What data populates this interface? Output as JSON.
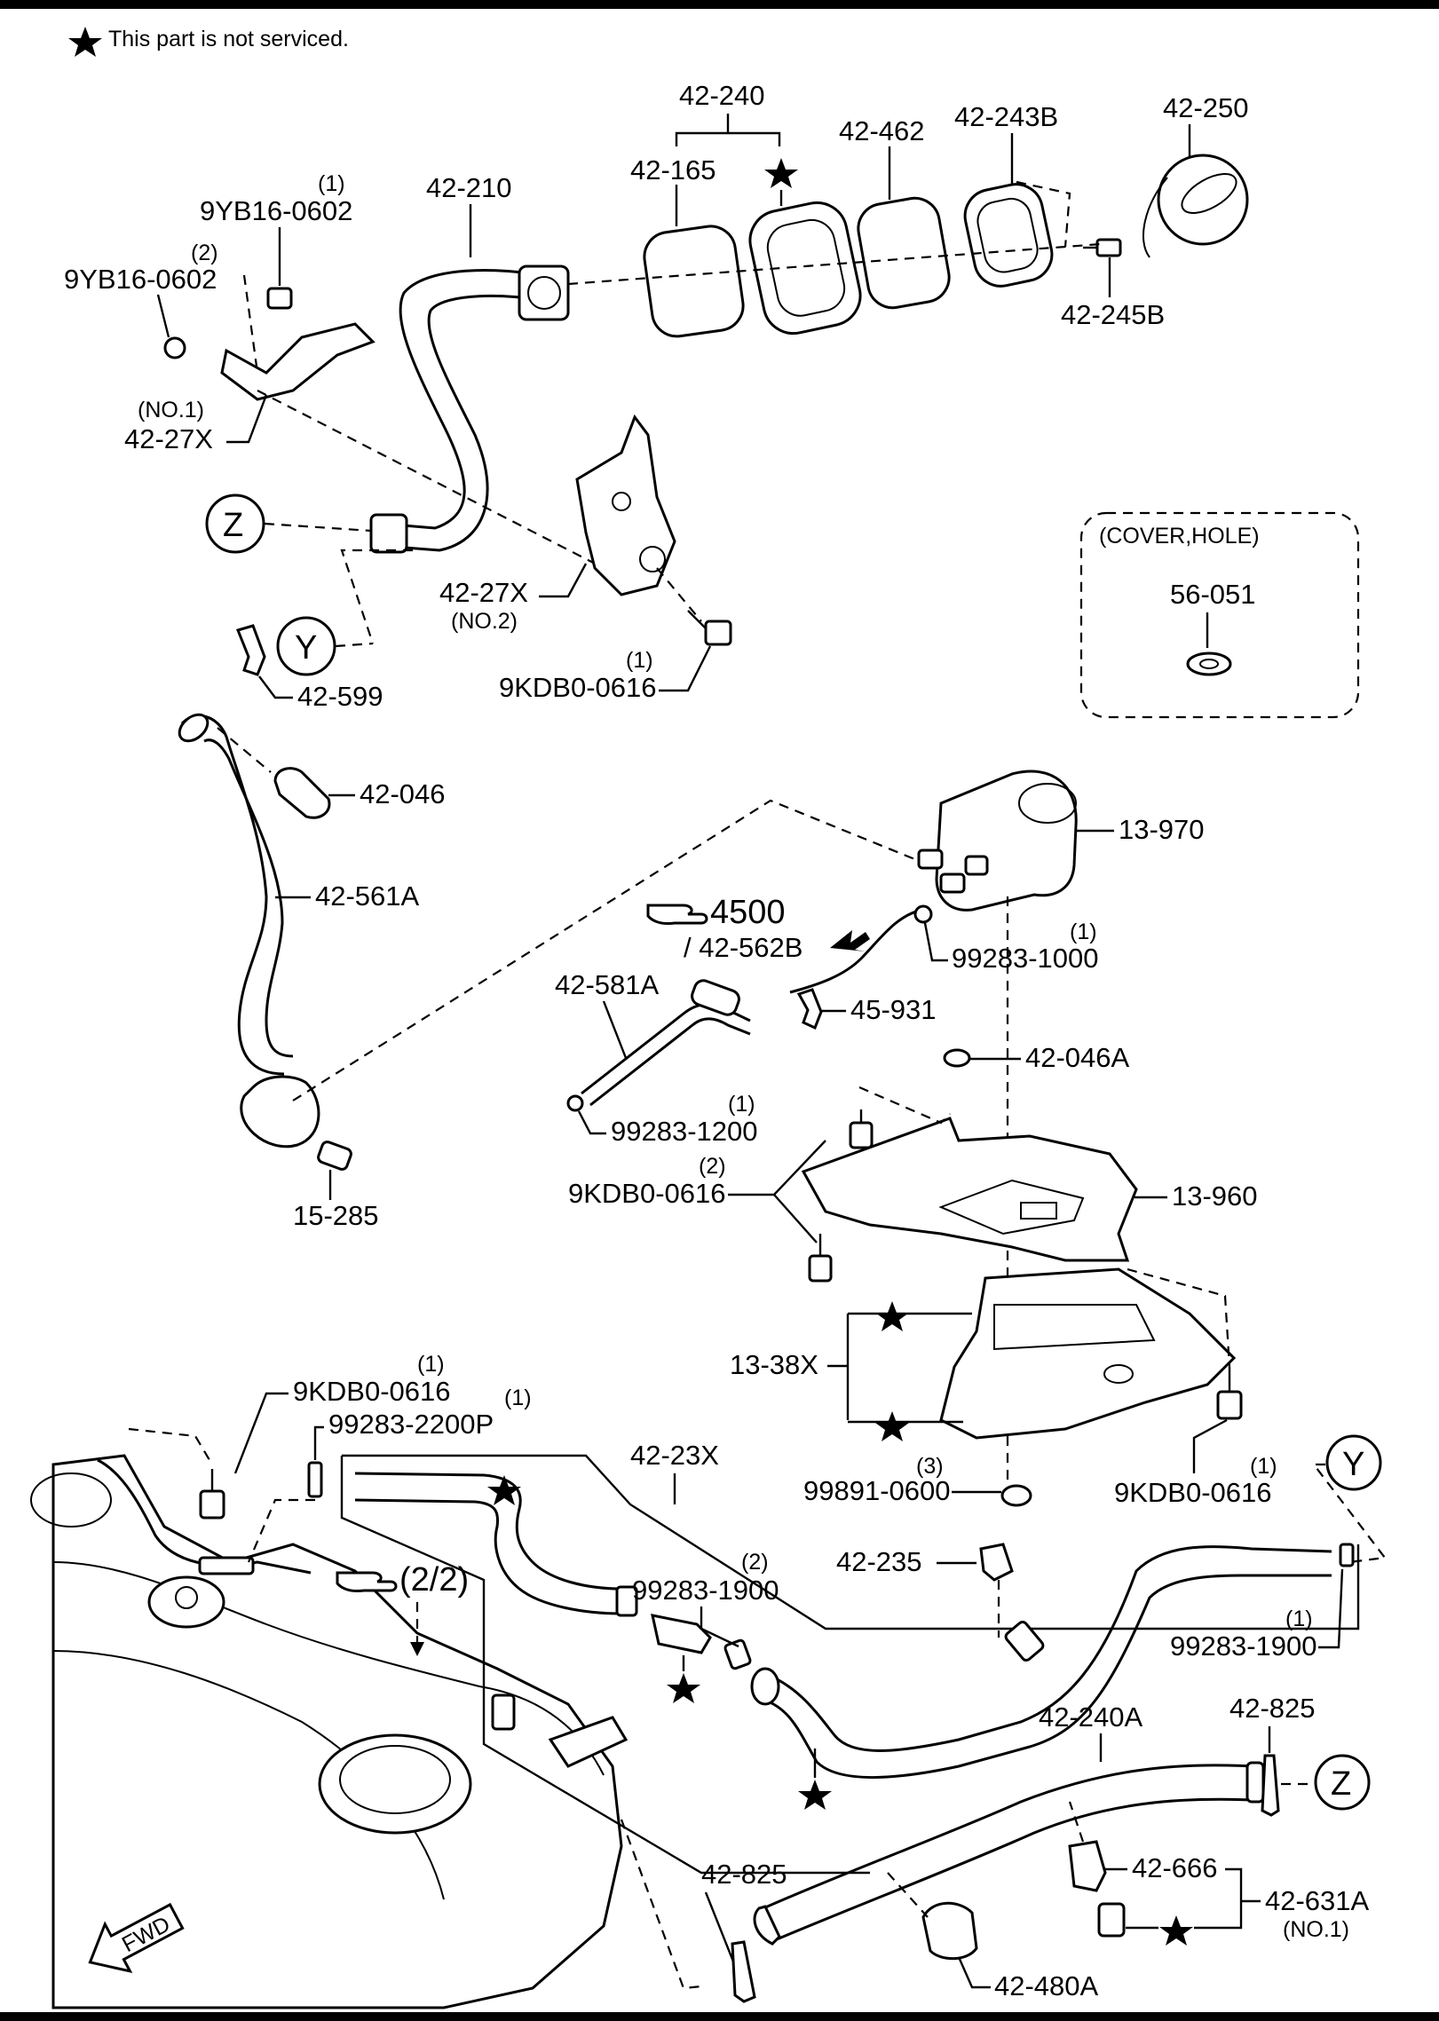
{
  "note": {
    "text": "This part is not serviced."
  },
  "labels": {
    "p42240": "42-240",
    "p42165": "42-165",
    "p42462": "42-462",
    "p42243b": "42-243B",
    "p42250": "42-250",
    "p42245b": "42-245B",
    "p42210": "42-210",
    "q1a": "(1)",
    "p9yb16a": "9YB16-0602",
    "q2a": "(2)",
    "p9yb16b": "9YB16-0602",
    "no1": "(NO.1)",
    "p4227x_1": "42-27X",
    "callout_z": "Z",
    "p4227x_2": "42-27X",
    "no2": "(NO.2)",
    "q1b": "(1)",
    "p9kdb_a": "9KDB0-0616",
    "callout_y": "Y",
    "p42599": "42-599",
    "cover_hole": "(COVER,HOLE)",
    "p56051": "56-051",
    "p42046": "42-046",
    "p13970": "13-970",
    "p42561a": "42-561A",
    "ref4500": "4500",
    "ref42562b": "/ 42-562B",
    "q1c": "(1)",
    "p992831000": "99283-1000",
    "p42581a": "42-581A",
    "p45931": "45-931",
    "p42046a": "42-046A",
    "q1d": "(1)",
    "p992831200": "99283-1200",
    "p15285": "15-285",
    "q2b": "(2)",
    "p9kdb_b": "9KDB0-0616",
    "p13960": "13-960",
    "p1338x": "13-38X",
    "q1e": "(1)",
    "p9kdb_c": "9KDB0-0616",
    "q1f": "(1)",
    "p992832200p": "99283-2200P",
    "p4223x": "42-23X",
    "q3a": "(3)",
    "p998910600": "99891-0600",
    "q1g": "(1)",
    "p9kdb_d": "9KDB0-0616",
    "callout_y2": "Y",
    "q2c": "(2)",
    "p992831900a": "99283-1900",
    "p42235": "42-235",
    "ref22": "(2/2)",
    "q1h": "(1)",
    "p992831900b": "99283-1900",
    "p42240a": "42-240A",
    "p42825a": "42-825",
    "callout_z2": "Z",
    "p42825b": "42-825",
    "p42666": "42-666",
    "p42631a": "42-631A",
    "no1b": "(NO.1)",
    "p42480a": "42-480A",
    "fwd": "FWD"
  },
  "icons": {
    "star": "star-icon",
    "hand": "pointing-hand-icon",
    "arrow": "fwd-arrow-icon"
  }
}
